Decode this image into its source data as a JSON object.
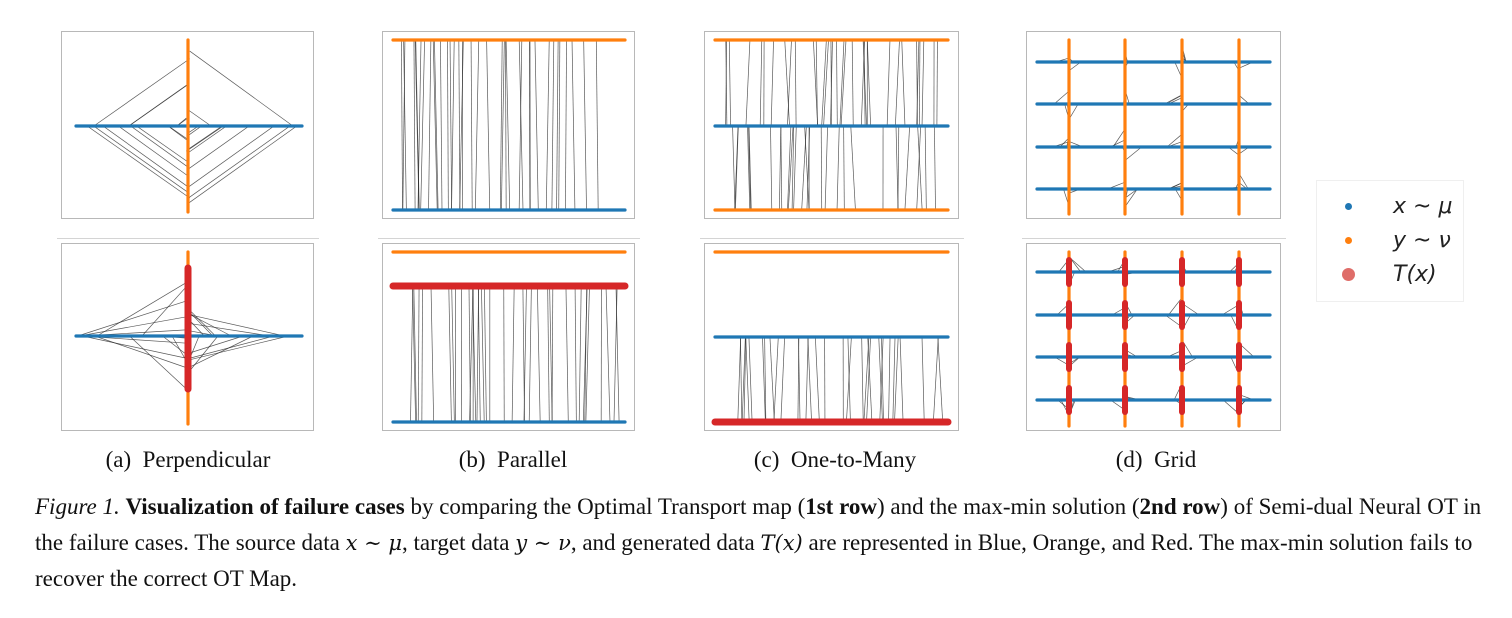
{
  "colors": {
    "source": "#1f77b4",
    "target": "#ff7f0e",
    "generated": "#d62728",
    "map_line": "#222222"
  },
  "panels": {
    "perpendicular": {
      "label": "(a)  Perpendicular",
      "row1": "OT map",
      "row2": "max-min solution"
    },
    "parallel": {
      "label": "(b)  Parallel"
    },
    "one_to_many": {
      "label": "(c)  One-to-Many"
    },
    "grid": {
      "label": "(d)  Grid"
    }
  },
  "legend": [
    {
      "text": "x ~ μ",
      "color_key": "source",
      "marker": "small-dot"
    },
    {
      "text": "y ~ ν",
      "color_key": "target",
      "marker": "small-dot"
    },
    {
      "text": "T(x)",
      "color_key": "generated",
      "marker": "large-dot"
    }
  ],
  "caption": {
    "figure": "Figure 1.",
    "bold_title": "Visualization of failure cases",
    "t1": " by comparing the Optimal Transport map (",
    "bold_row1": "1st row",
    "t2": ") and the max-min solution (",
    "bold_row2": "2nd row",
    "t3": ") of Semi-dual Neural OT in the failure cases. The source data ",
    "m1": "x ∼ μ",
    "t4": ", target data ",
    "m2": "y ∼ ν",
    "t5": ", and generated data ",
    "m3": "T(x)",
    "t6": " are represented in Blue, Orange, and Red. The max-min solution fails to recover the correct OT Map."
  }
}
